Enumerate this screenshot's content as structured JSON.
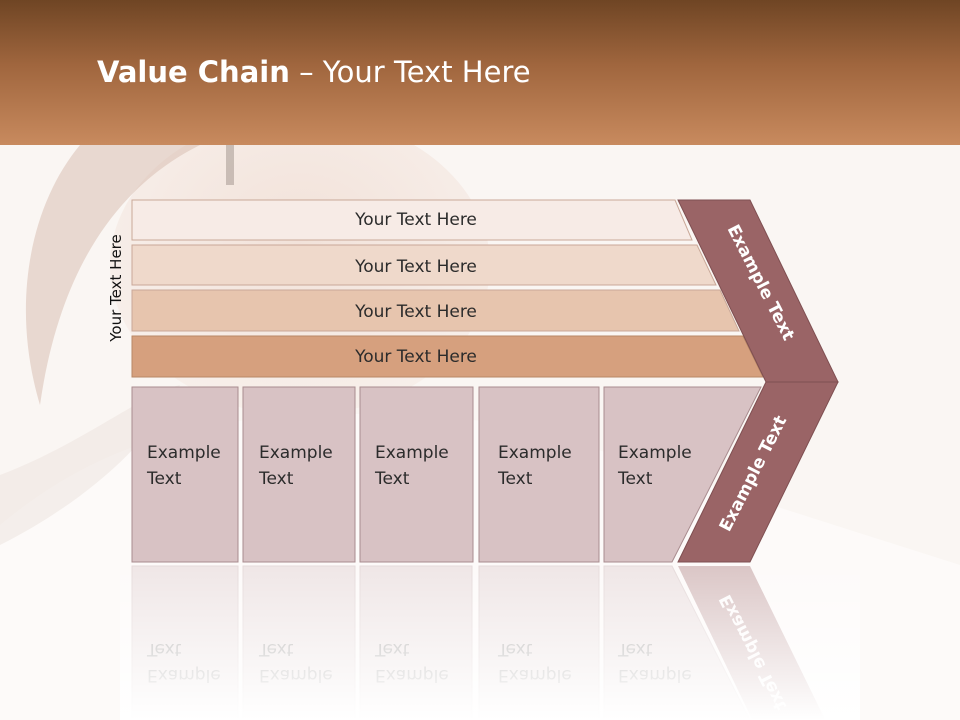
{
  "title": {
    "bold": "Value Chain",
    "rest": " – Your Text Here"
  },
  "side_label": "Your Text Here",
  "rows": [
    "Your Text Here",
    "Your Text Here",
    "Your Text Here",
    "Your Text Here"
  ],
  "boxes": [
    [
      "Example",
      "Text"
    ],
    [
      "Example",
      "Text"
    ],
    [
      "Example",
      "Text"
    ],
    [
      "Example",
      "Text"
    ],
    [
      "Example",
      "Text"
    ]
  ],
  "chevron_labels": [
    "Example Text",
    "Example Text"
  ],
  "colors": {
    "header": "#a0663e",
    "row_fills": [
      "#f7ebe6",
      "#efd9cb",
      "#e7c5ae",
      "#d6a07e"
    ],
    "box_fill": "#d8c2c4",
    "chevron": "#9a6466"
  }
}
